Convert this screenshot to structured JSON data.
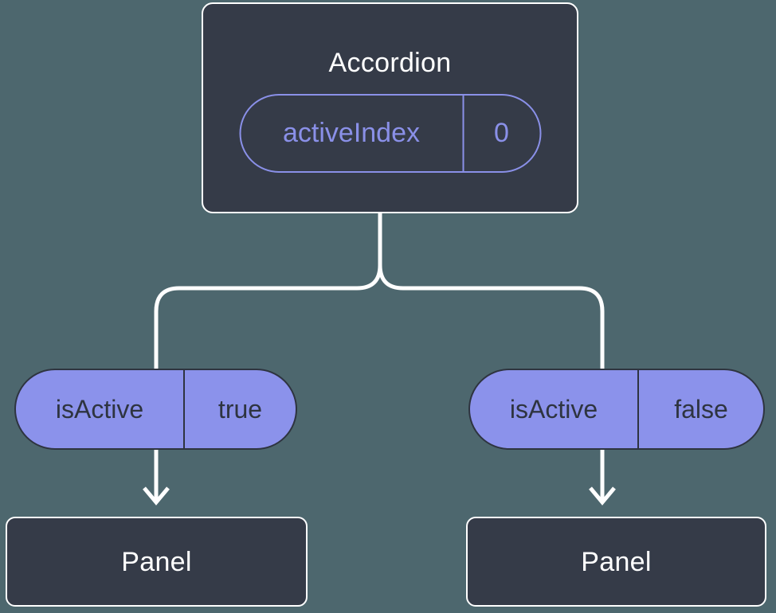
{
  "colors": {
    "background": "#4D676E",
    "node_fill": "#353B48",
    "node_border": "#FFFFFF",
    "connector": "#FFFFFF",
    "state_pill_outline": "#8A90E8",
    "prop_pill_fill": "#8B92EB",
    "prop_pill_text": "#2E3440",
    "title_text": "#FFFFFF"
  },
  "diagram": {
    "root": {
      "title": "Accordion",
      "state_pill": {
        "label": "activeIndex",
        "value": "0"
      }
    },
    "branches": [
      {
        "prop_pill": {
          "label": "isActive",
          "value": "true"
        },
        "child": {
          "title": "Panel"
        }
      },
      {
        "prop_pill": {
          "label": "isActive",
          "value": "false"
        },
        "child": {
          "title": "Panel"
        }
      }
    ]
  }
}
